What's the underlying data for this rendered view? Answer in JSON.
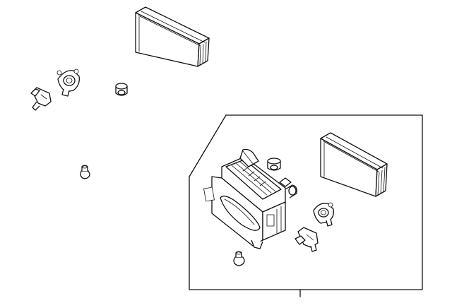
{
  "diagram": {
    "background": "#ffffff",
    "line_color": "#111111",
    "parts": [
      {
        "id": "air-filter-element",
        "icon": "air-filter-icon",
        "instances": 2
      },
      {
        "id": "air-cleaner-housing",
        "icon": "air-box-icon",
        "instances": 1
      },
      {
        "id": "mass-air-flow-sensor",
        "icon": "sensor-flange-icon",
        "instances": 2
      },
      {
        "id": "temperature-sensor",
        "icon": "sensor-connector-icon",
        "instances": 2
      },
      {
        "id": "rubber-grommet",
        "icon": "grommet-icon",
        "instances": 2
      },
      {
        "id": "mounting-insulator",
        "icon": "insulator-icon",
        "instances": 2
      }
    ],
    "callout_box": {
      "present": true,
      "leader_line": true
    }
  }
}
